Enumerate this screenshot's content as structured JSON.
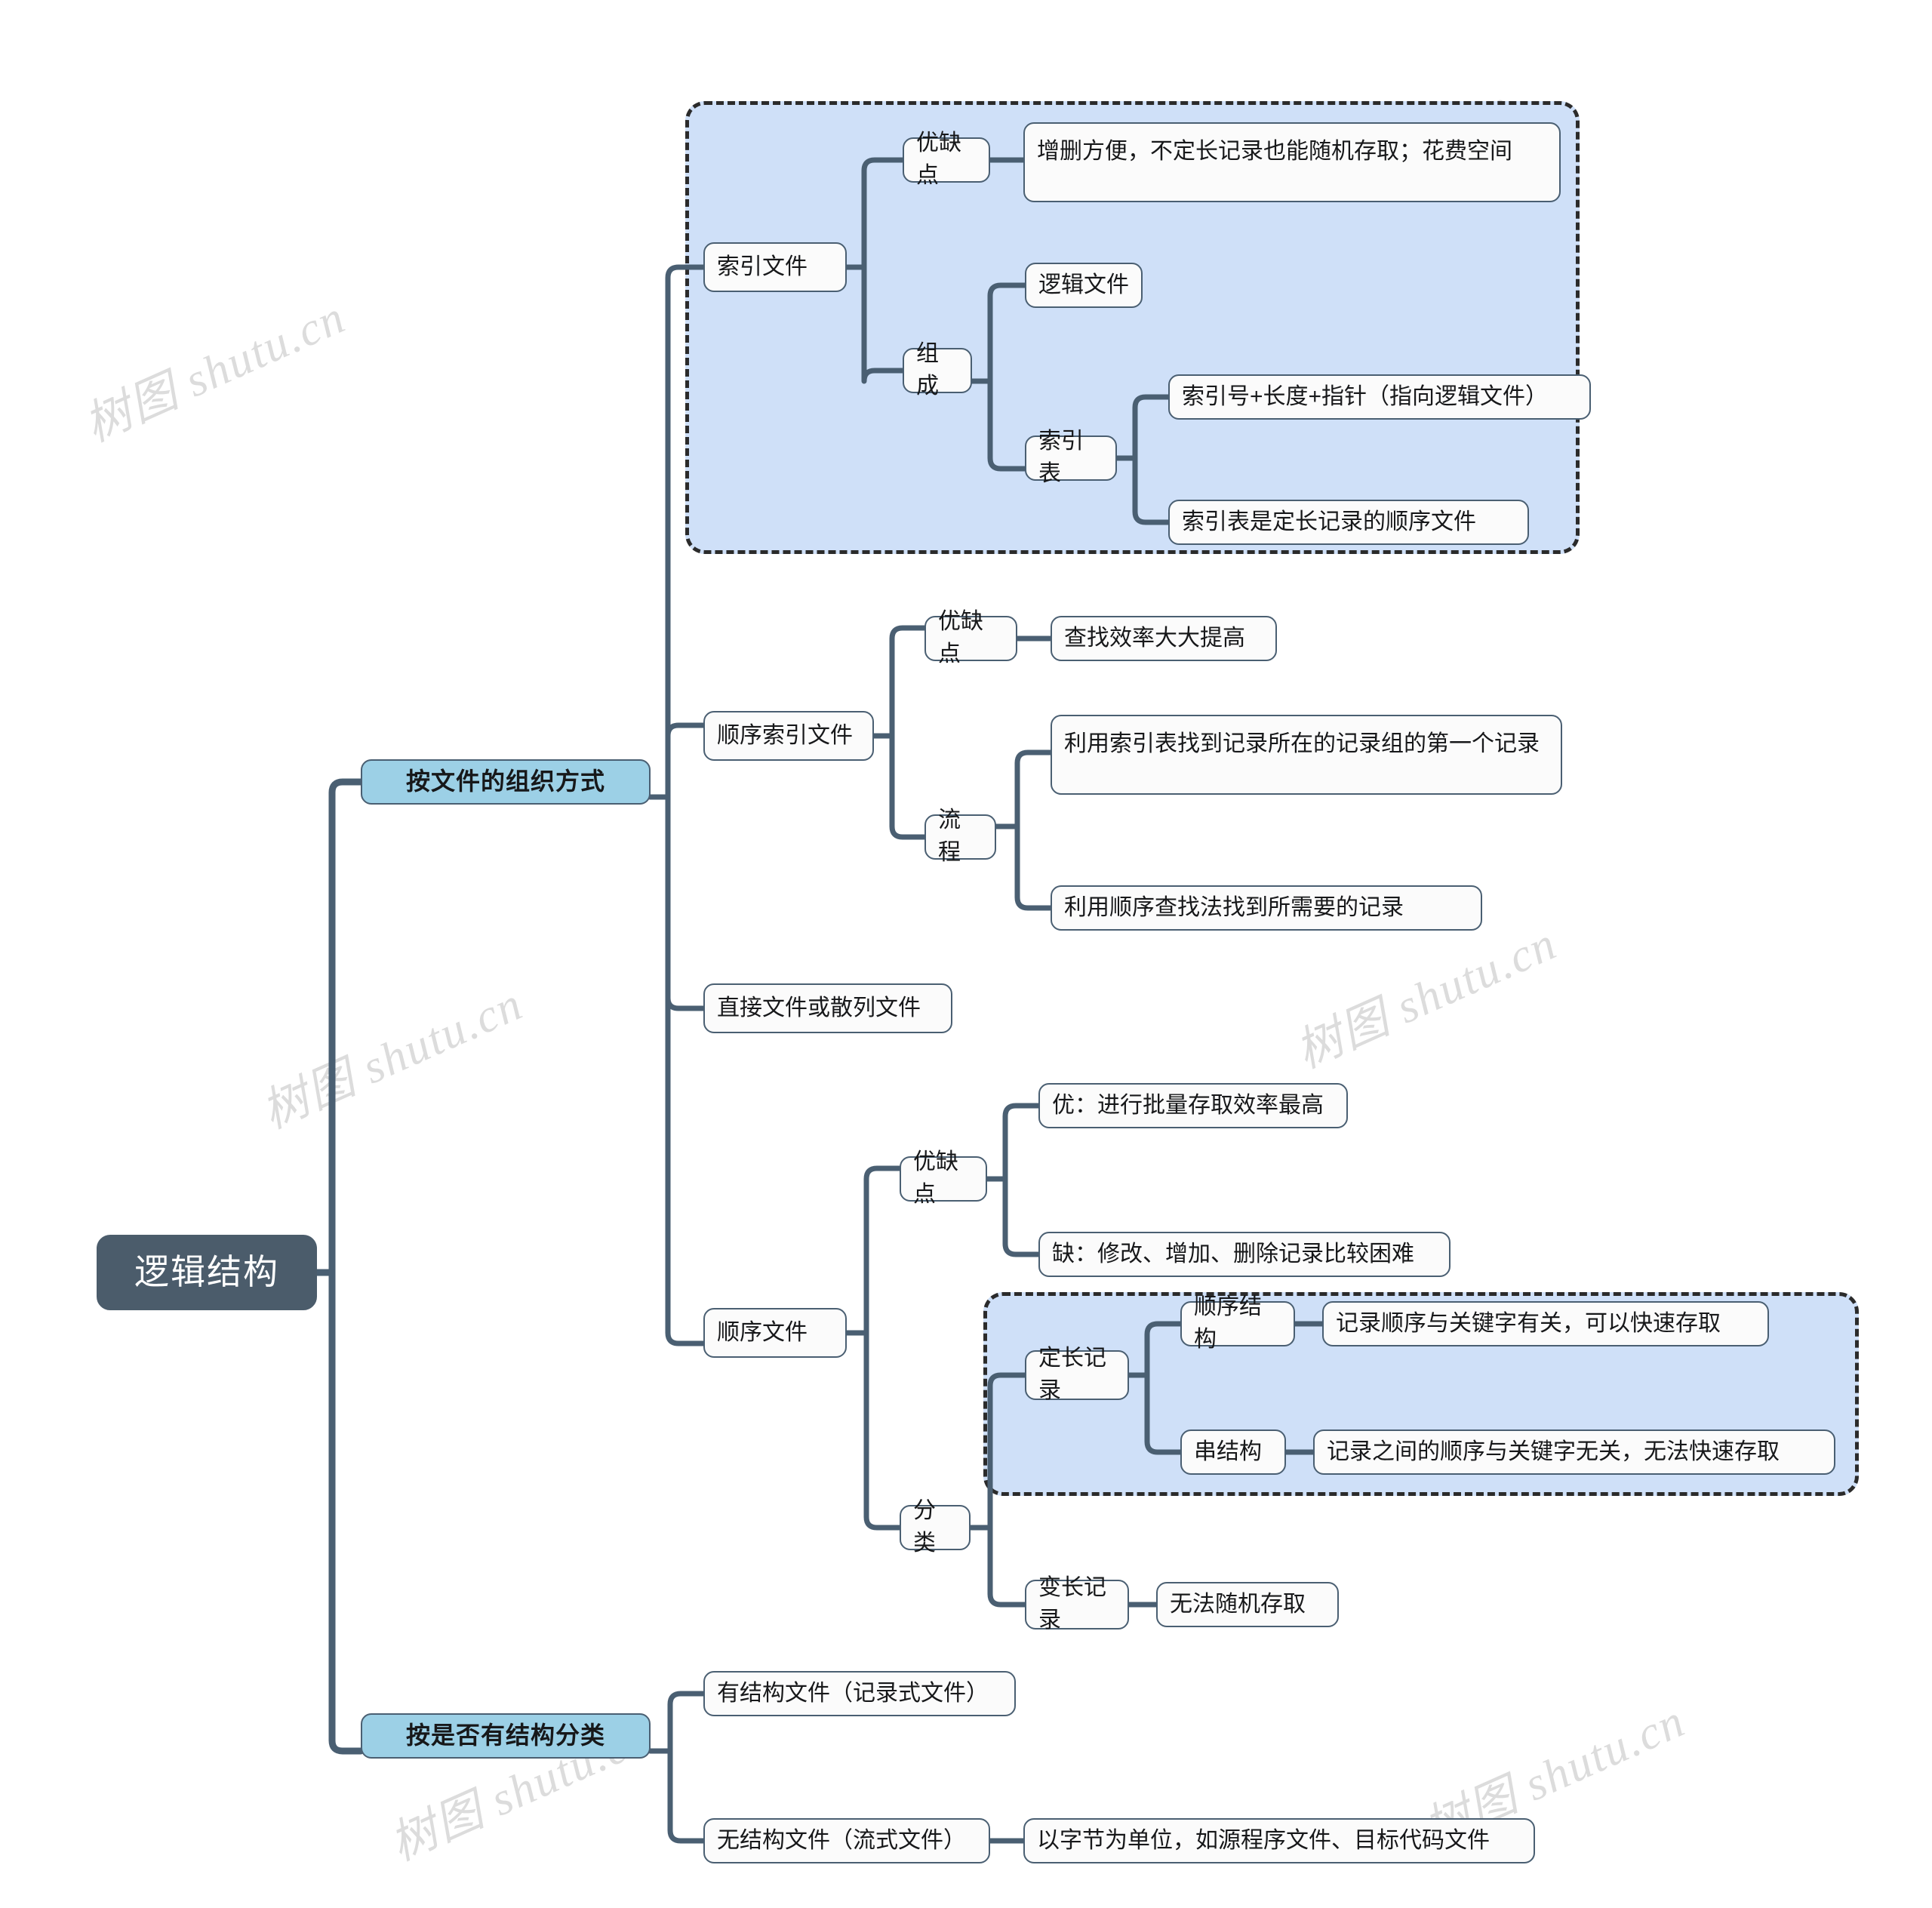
{
  "document": {
    "title": "逻辑结构",
    "watermark_text": "树图 shutu.cn",
    "colors": {
      "root_fill": "#4b5c6b",
      "branch_fill": "#9cd0e6",
      "node_fill": "#fbfbfb",
      "node_stroke": "#4a5f72",
      "highlight_fill": "#cfe0f8",
      "highlight_stroke": "#2b2b2b",
      "watermark": "#dcdcdc",
      "canvas": "#ffffff"
    }
  },
  "nodes": {
    "root": "逻辑结构",
    "b1": "按文件的组织方式",
    "b2": "按是否有结构分类",
    "n_index_file": "索引文件",
    "n_index_pros": "优缺点",
    "n_index_pros_text": "增删方便，不定长记录也能随机存取；花费空间",
    "n_index_compose": "组成",
    "n_logic_file": "逻辑文件",
    "n_index_table": "索引表",
    "n_index_table_t1": "索引号+长度+指针（指向逻辑文件）",
    "n_index_table_t2": "索引表是定长记录的顺序文件",
    "n_seq_index_file": "顺序索引文件",
    "n_seq_index_pros": "优缺点",
    "n_seq_index_pros_text": "查找效率大大提高",
    "n_seq_index_flow": "流程",
    "n_flow_1": "利用索引表找到记录所在的记录组的第一个记录",
    "n_flow_2": "利用顺序查找法找到所需要的记录",
    "n_direct_file": "直接文件或散列文件",
    "n_seq_file": "顺序文件",
    "n_seq_pros": "优缺点",
    "n_seq_pros_good": "优：进行批量存取效率最高",
    "n_seq_pros_bad": "缺：修改、增加、删除记录比较困难",
    "n_seq_class": "分类",
    "n_fixed_rec": "定长记录",
    "n_seq_struct": "顺序结构",
    "n_seq_struct_text": "记录顺序与关键字有关，可以快速存取",
    "n_chain_struct": "串结构",
    "n_chain_struct_text": "记录之间的顺序与关键字无关，无法快速存取",
    "n_var_rec": "变长记录",
    "n_var_rec_text": "无法随机存取",
    "n_structured": "有结构文件（记录式文件）",
    "n_unstructured": "无结构文件（流式文件）",
    "n_unstructured_text": "以字节为单位，如源程序文件、目标代码文件"
  }
}
